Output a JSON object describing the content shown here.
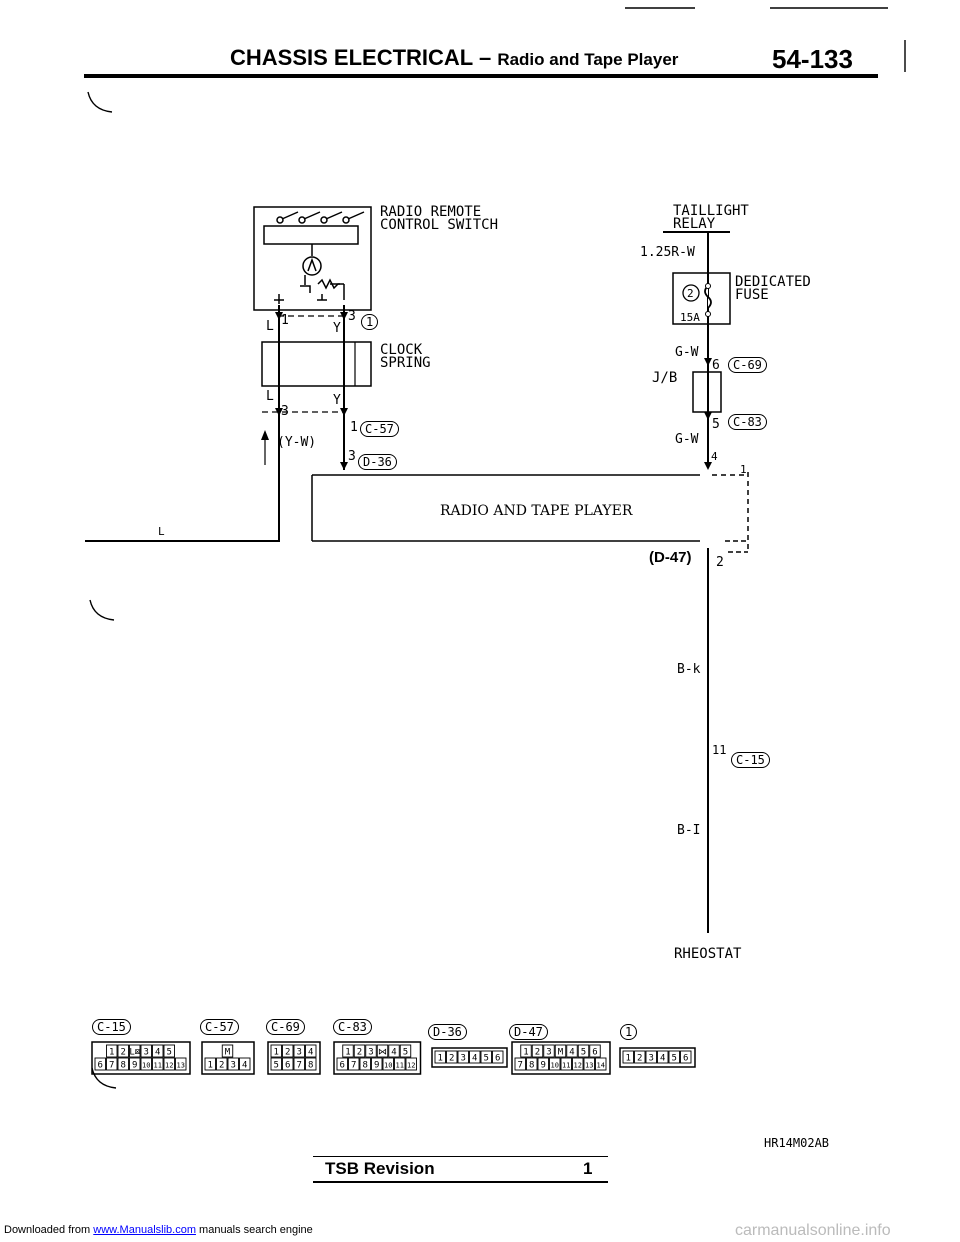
{
  "header": {
    "section": "CHASSIS ELECTRICAL",
    "dash": " – ",
    "subtitle": "Radio and Tape Player",
    "page_number": "54-133"
  },
  "components": {
    "radio_remote": "RADIO REMOTE\nCONTROL SWITCH",
    "clock_spring": "CLOCK\nSPRING",
    "taillight_relay": "TAILLIGHT\nRELAY",
    "dedicated_fuse": "DEDICATED\nFUSE",
    "fuse_number": "2",
    "fuse_amp": "15A",
    "jb": "J/B",
    "radio_tape": "RADIO AND TAPE PLAYER",
    "rheostat": "RHEOSTAT"
  },
  "wires": {
    "w1": "1.25R-W",
    "w2": "G-W",
    "w3": "G-W",
    "w4": "B-k",
    "w5": "B-I",
    "w_yw": "(Y-W)",
    "L_a": "L",
    "Y_a": "Y",
    "L_b": "L",
    "Y_b": "Y",
    "L_left": "L"
  },
  "pins": {
    "p3_top": "3",
    "p1_top": "1",
    "p3_left": "3",
    "p1_c57": "1",
    "p3_d36": "3",
    "p6": "6",
    "p5": "5",
    "p4": "4",
    "p1_right": "1",
    "p2": "2",
    "p11": "11"
  },
  "connectors": {
    "c1": "1",
    "c57": "C-57",
    "d36": "D-36",
    "c69": "C-69",
    "c83": "C-83",
    "d47": "(D-47)",
    "c15": "C-15"
  },
  "bottom_connectors": [
    {
      "id": "C-15",
      "rows": [
        [
          "1",
          "2",
          "L⊠",
          "3",
          "4",
          "5"
        ],
        [
          "6",
          "7",
          "8",
          "9",
          "10",
          "11",
          "12",
          "13"
        ]
      ]
    },
    {
      "id": "C-57",
      "rows": [
        [
          "M"
        ],
        [
          "1",
          "2",
          "3",
          "4"
        ]
      ]
    },
    {
      "id": "C-69",
      "rows": [
        [
          "1",
          "2",
          "3",
          "4"
        ],
        [
          "5",
          "6",
          "7",
          "8"
        ]
      ]
    },
    {
      "id": "C-83",
      "rows": [
        [
          "1",
          "2",
          "3",
          "⋈",
          "4",
          "5"
        ],
        [
          "6",
          "7",
          "8",
          "9",
          "10",
          "11",
          "12"
        ]
      ]
    },
    {
      "id": "D-36",
      "rows": [
        [
          "1",
          "2",
          "3",
          "4",
          "5",
          "6"
        ]
      ]
    },
    {
      "id": "D-47",
      "rows": [
        [
          "1",
          "2",
          "3",
          "M",
          "4",
          "5",
          "6"
        ],
        [
          "7",
          "8",
          "9",
          "10",
          "11",
          "12",
          "13",
          "14"
        ]
      ]
    },
    {
      "id": "1",
      "rows": [
        [
          "1",
          "2",
          "3",
          "4",
          "5",
          "6"
        ]
      ]
    }
  ],
  "figure_code": "HR14M02AB",
  "tsb": {
    "label": "TSB Revision",
    "number": "1"
  },
  "footer": {
    "prefix": "Downloaded from ",
    "link": "www.Manualslib.com",
    "suffix": " manuals search engine",
    "watermark": "carmanualsonline.info"
  }
}
